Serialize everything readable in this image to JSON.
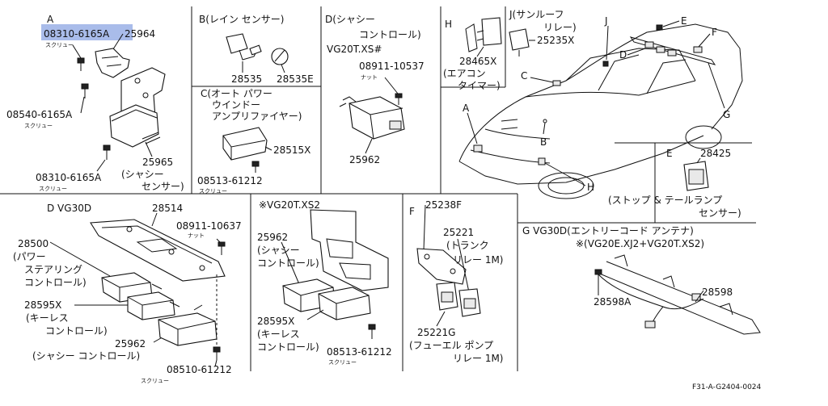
{
  "sections": {
    "A": {
      "letter": "A"
    },
    "B": {
      "title": "B(レイン センサー)"
    },
    "C": {
      "line1": "C(オート パワー",
      "line2": "ウインドー",
      "line3": "アンプリファイヤー)"
    },
    "Dtop": {
      "line1": "D(シャシー",
      "line2": "コントロール)",
      "line3": "VG20T.XS#"
    },
    "H": {
      "letter": "H",
      "line1": "(エアコン",
      "line2": "タイマー)"
    },
    "J": {
      "line1": "J(サンルーフ",
      "line2": "リレー)"
    },
    "D30": {
      "title": "D VG30D"
    },
    "VG20": {
      "title": "※VG20T.XS2"
    },
    "F": {
      "letter": "F"
    },
    "E": {
      "letter": "E",
      "line1": "(ストップ & テールランプ",
      "line2": "センサー)"
    },
    "G": {
      "line1": "G VG30D(エントリーコード アンテナ)",
      "line2": "※(VG20E.XJ2+VG20T.XS2)"
    }
  },
  "car_labels": [
    "J",
    "E",
    "F",
    "D",
    "C",
    "A",
    "B",
    "H",
    "G"
  ],
  "labels": {
    "a_08310_top": "08310-6165A",
    "a_screw1": "スクリュー",
    "a_25964": "25964",
    "a_08540": "08540-6165A",
    "a_screw2": "スクリュー",
    "a_25965": "25965",
    "a_chassis1": "(シャシー",
    "a_sensor": "センサー)",
    "a_08310_bot": "08310-6165A",
    "a_screw3": "スクリュー",
    "b_28535": "28535",
    "b_28535e": "28535E",
    "c_28515x": "28515X",
    "c_08513": "08513-61212",
    "c_screw": "スクリュー",
    "d_08911": "08911-10537",
    "d_nut": "ナット",
    "d_25962": "25962",
    "h_28465x": "28465X",
    "j_25235x": "25235X",
    "e_28425": "28425",
    "d30_28514": "28514",
    "d30_08911": "08911-10637",
    "d30_nut": "ナット",
    "d30_28500": "28500",
    "d30_power": "(パワー",
    "d30_steer": "ステアリング",
    "d30_ctrl": "コントロール)",
    "d30_28595x": "28595X",
    "d30_keyless": "(キーレス",
    "d30_ctrl2": "コントロール)",
    "d30_25962": "25962",
    "d30_chassis": "(シャシー コントロール)",
    "d30_08510": "08510-61212",
    "d30_screw": "スクリュー",
    "v_25962": "25962",
    "v_chassis": "(シャシー",
    "v_ctrl": "コントロール)",
    "v_28595x": "28595X",
    "v_keyless": "(キーレス",
    "v_ctrl2": "コントロール)",
    "v_08513": "08513-61212",
    "v_screw": "スクリュー",
    "f_25238f": "25238F",
    "f_25221": "25221",
    "f_trunk": "(トランク",
    "f_relay": "リレー 1M)",
    "f_25221g": "25221G",
    "f_fuel": "(フューエル ポンプ",
    "f_relay2": "リレー 1M)",
    "g_28598a": "28598A",
    "g_28598": "28598",
    "figure_code": "F31-A-G2404-0024"
  },
  "highlight": {
    "color": "#9ab0e6"
  }
}
